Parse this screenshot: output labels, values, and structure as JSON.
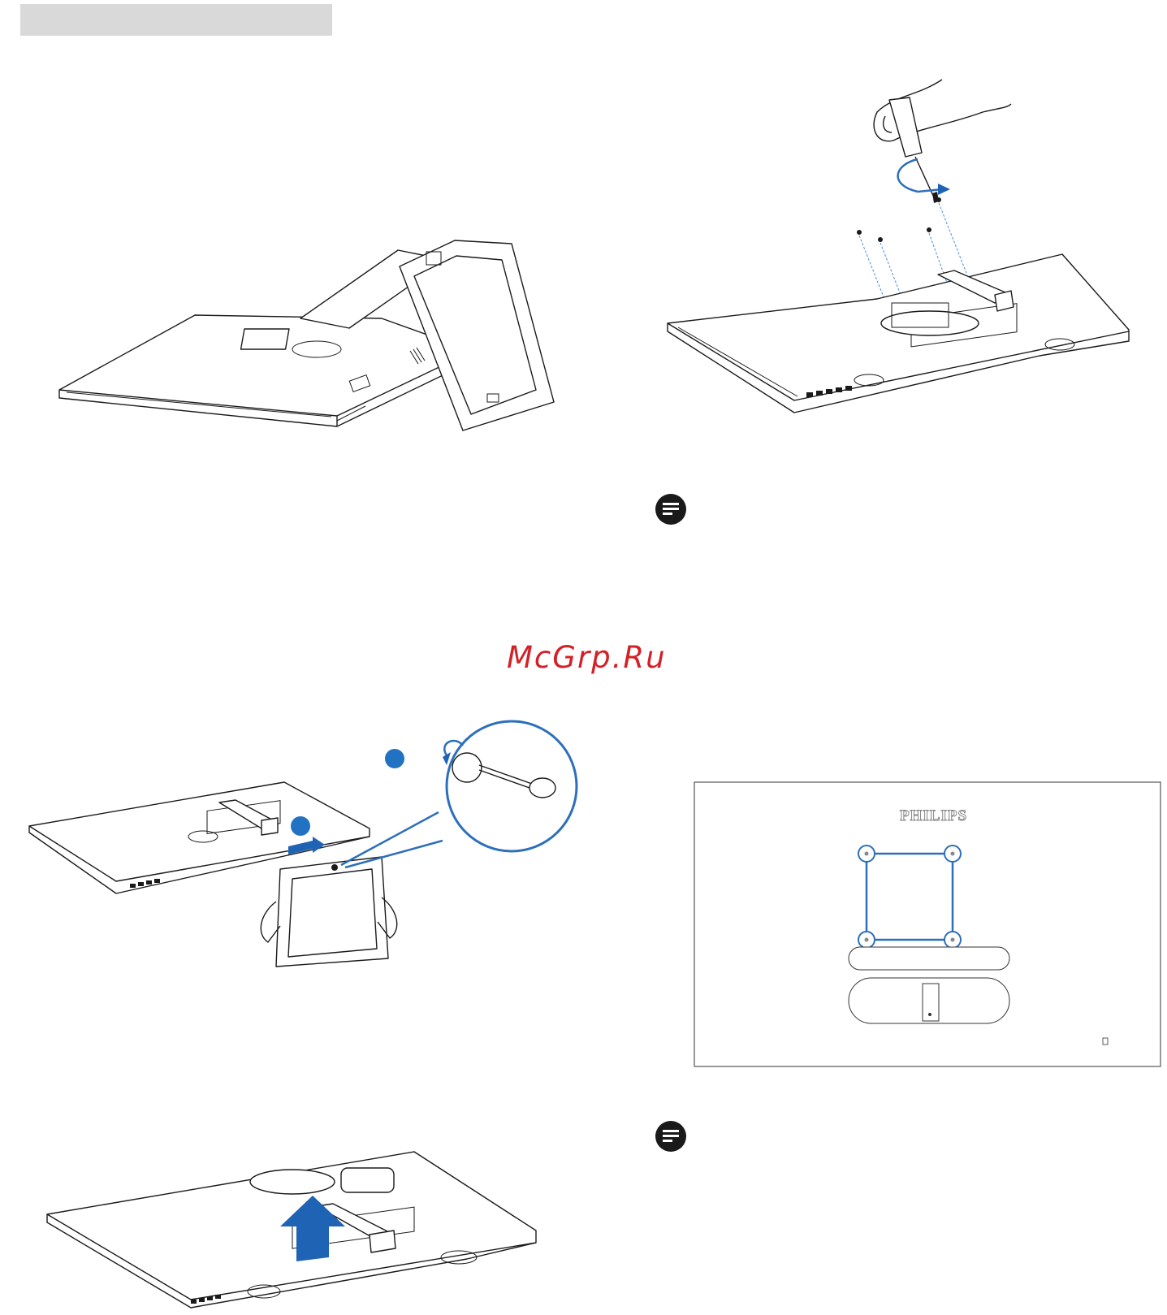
{
  "header": {
    "section_bar_color": "#d9d9d9"
  },
  "watermark": {
    "text": "McGrp.Ru",
    "color": "#d42027"
  },
  "figures": {
    "stand_folded": {
      "icon": "monitor-with-folded-stand"
    },
    "screw_fastening": {
      "icon": "screwdriver-and-monitor",
      "arrow_color": "#2d6fba"
    },
    "stand_removal": {
      "icon": "stand-removal-with-magnifier",
      "step_badge_color": "#2272c3"
    },
    "base_lift": {
      "icon": "monitor-base-lift-arrow",
      "arrow_color": "#1f63b5"
    },
    "vesa_pattern": {
      "icon": "vesa-mount-pattern",
      "logo_text": "PHILIPS",
      "accent_color": "#2d6fba"
    }
  },
  "notes": [
    {
      "icon": "note-icon"
    },
    {
      "icon": "note-icon"
    }
  ]
}
